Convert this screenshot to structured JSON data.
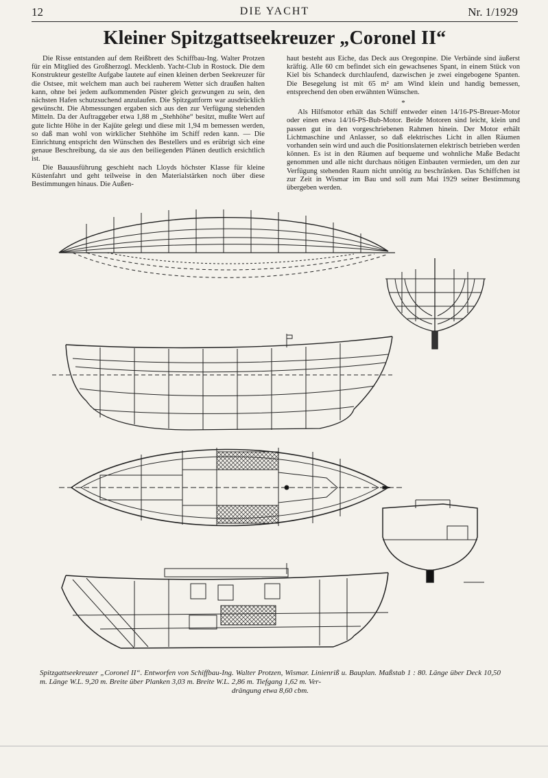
{
  "header": {
    "page_number": "12",
    "magazine": "DIE YACHT",
    "issue": "Nr. 1/1929"
  },
  "title": "Kleiner Spitzgattseekreuzer „Coronel II“",
  "left_column": [
    "Die Risse entstanden auf dem Reißbrett des Schiffbau-Ing. Walter Protzen für ein Mitglied des Großherzogl. Mecklenb. Yacht-Club in Rostock. Die dem Konstrukteur gestellte Aufgabe lautete auf einen kleinen derben Seekreuzer für die Ostsee, mit welchem man auch bei rauherem Wetter sich draußen halten kann, ohne bei jedem aufkommenden Püster gleich gezwungen zu sein, den nächsten Hafen schutzsuchend anzulaufen. Die Spitzgattform war ausdrücklich gewünscht. Die Abmessungen ergaben sich aus den zur Verfügung stehenden Mitteln. Da der Auftraggeber etwa 1,88 m „Stehhöhe“ besitzt, mußte Wert auf gute lichte Höhe in der Kajüte gelegt und diese mit 1,94 m bemessen werden, so daß man wohl von wirklicher Stehhöhe im Schiff reden kann. — Die Einrichtung entspricht den Wünschen des Bestellers und es erübrigt sich eine genaue Beschreibung, da sie aus den beiliegenden Plänen deutlich ersichtlich ist.",
    "Die Bauausführung geschieht nach Lloyds höchster Klasse für kleine Küstenfahrt und geht teilweise in den Materialstärken noch über diese Bestimmungen hinaus. Die Außen-"
  ],
  "right_column": [
    "haut besteht aus Eiche, das Deck aus Oregonpine. Die Verbände sind äußerst kräftig. Alle 60 cm befindet sich ein gewachsenes Spant, in einem Stück von Kiel bis Schandeck durchlaufend, dazwischen je zwei eingebogene Spanten. Die Besegelung ist mit 65 m² am Wind klein und handig bemessen, entsprechend den oben erwähnten Wünschen.",
    "Als Hilfsmotor erhält das Schiff entweder einen 14/16-PS-Breuer-Motor oder einen etwa 14/16-PS-Bub-Motor. Beide Motoren sind leicht, klein und passen gut in den vorgeschriebenen Rahmen hinein. Der Motor erhält Lichtmaschine und Anlasser, so daß elektrisches Licht in allen Räumen vorhanden sein wird und auch die Positionslaternen elektrisch betrieben werden können. Es ist in den Räumen auf bequeme und wohnliche Maße Bedacht genommen und alle nicht durchaus nötigen Einbauten vermieden, um den zur Verfügung stehenden Raum nicht unnötig zu beschränken. Das Schiffchen ist zur Zeit in Wismar im Bau und soll zum Mai 1929 seiner Bestimmung übergeben werden."
  ],
  "separator": "*",
  "caption": {
    "line1": "Spitzgattseekreuzer „Coronel II“. Entworfen von Schiffbau-Ing. Walter Protzen, Wismar. Linienriß u. Bauplan. Maßstab 1 : 80. Länge über Deck 10,50 m. Länge W.L. 9,20 m. Breite über Planken 3,03 m. Breite W.L. 2,86 m. Tiefgang 1,62 m. Ver-",
    "line2": "drängung etwa 8,60 cbm."
  },
  "colors": {
    "paper": "#f4f2ec",
    "ink": "#1a1a1a"
  }
}
